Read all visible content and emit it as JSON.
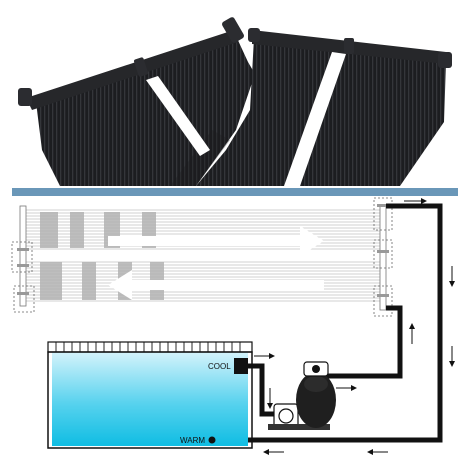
{
  "labels": {
    "cool": "COOL",
    "warm": "WARM"
  },
  "colors": {
    "panel": "#1c1d20",
    "panel_stripe": "#2d2f33",
    "header_pipe": "#26272a",
    "divider": "#6a97b8",
    "pipe": "#111111",
    "water_top": "#d4f3fb",
    "water_bottom": "#0fbde3",
    "tube_line": "#c3c3c3",
    "tube_block": "#a9a9a9",
    "flow_arrow": "#ffffff"
  },
  "icons": {
    "photo": "solar-collector-panels-photo",
    "pump": "sand-filter-pump-icon"
  }
}
